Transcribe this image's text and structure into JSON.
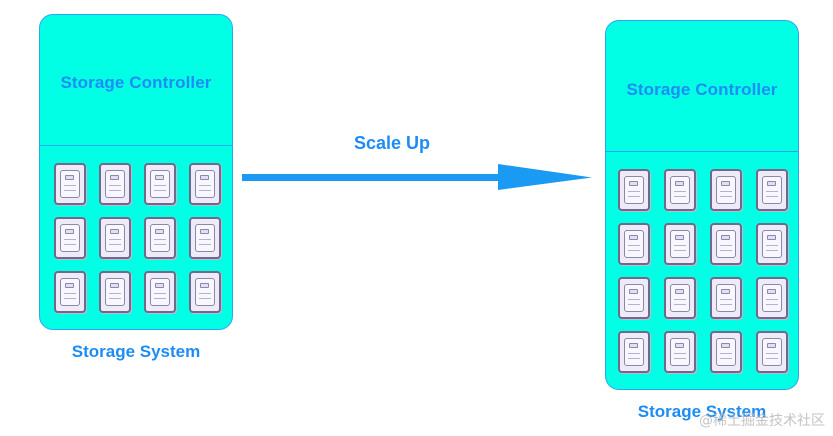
{
  "left_system": {
    "controller_label": "Storage Controller",
    "system_label": "Storage System",
    "disk_rows": 3,
    "disk_cols": 4
  },
  "arrow": {
    "label": "Scale Up"
  },
  "right_system": {
    "controller_label": "Storage Controller",
    "system_label": "Storage System",
    "disk_rows": 4,
    "disk_cols": 4
  },
  "watermark": {
    "text": "@稀土掘金技术社区"
  },
  "colors": {
    "system_fill": "#00ffe4",
    "accent_text": "#1e8cf5",
    "arrow": "#1a9af2",
    "disk_border": "#6e6a8c"
  }
}
